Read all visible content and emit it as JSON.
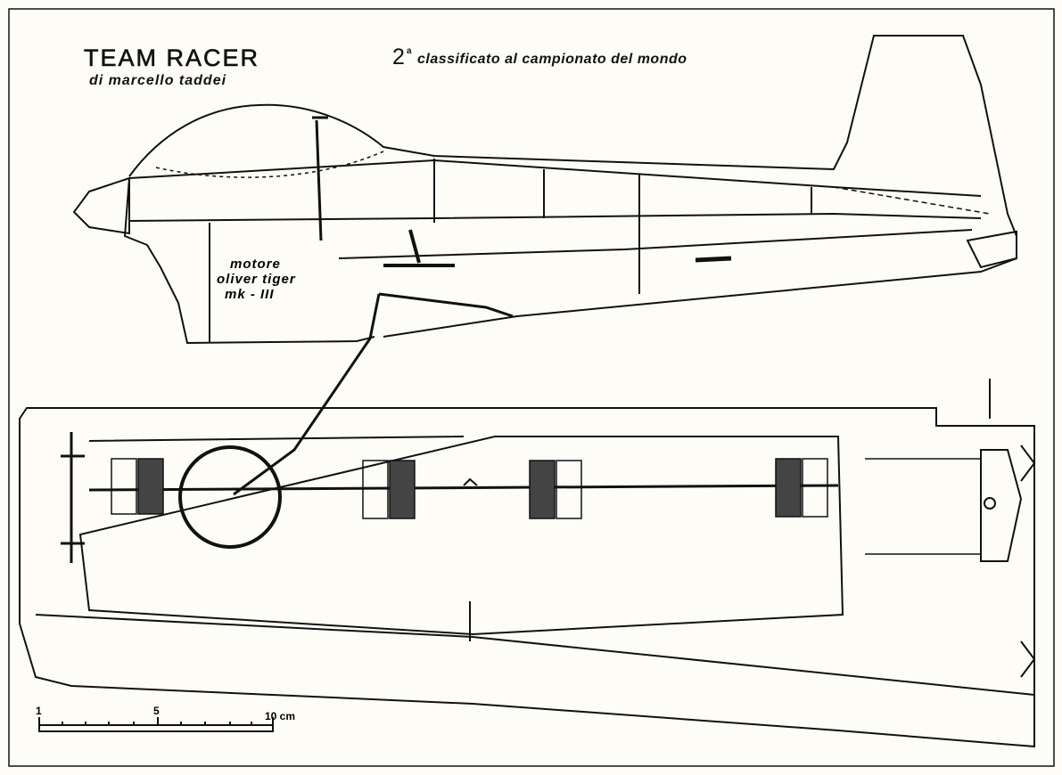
{
  "title": "TEAM RACER",
  "author": "di marcello taddei",
  "placement": {
    "number": "2",
    "superscript": "a",
    "text": "classificato al campionato del mondo"
  },
  "engine_label": [
    "motore",
    "oliver tiger",
    "mk - III"
  ],
  "scale_bar": {
    "start": "1",
    "middle": "5",
    "end": "10 cm"
  },
  "colors": {
    "paper": "#fdfcf6",
    "ink": "#111111"
  }
}
